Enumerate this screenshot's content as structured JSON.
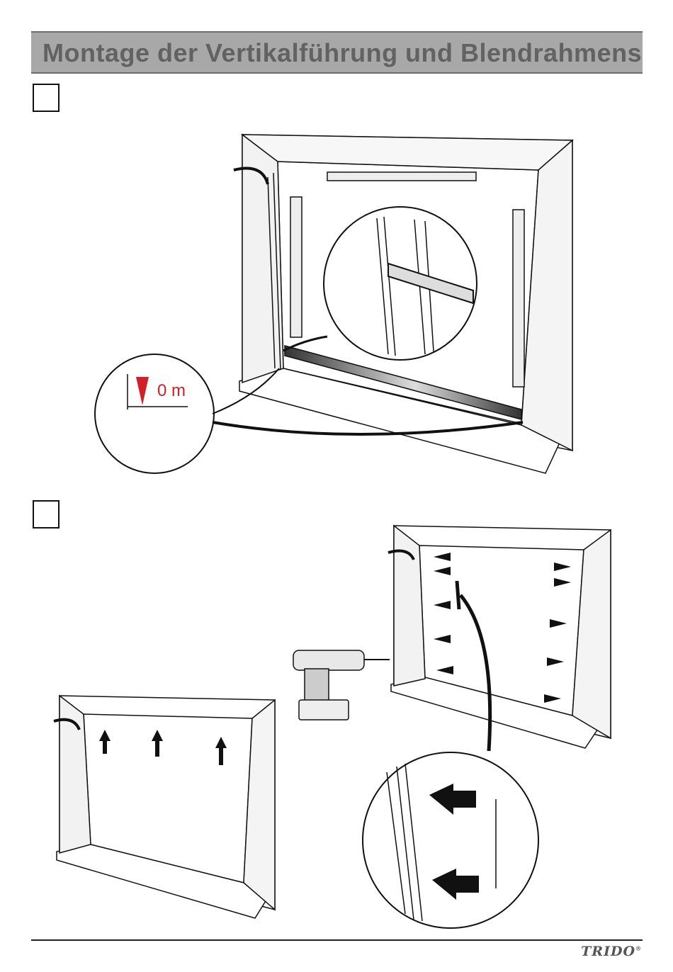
{
  "header": {
    "title": "Montage der Vertikalführung und Blendrahmens"
  },
  "steps": [
    {
      "label": ""
    },
    {
      "label": ""
    }
  ],
  "detail_level": {
    "text": "0 m",
    "color": "#d12027"
  },
  "footer": {
    "brand": "TRIDO"
  },
  "colors": {
    "title_bg": "#a8a8a8",
    "title_text": "#626262",
    "accent_red": "#d12027"
  },
  "icons": [
    "drill-icon",
    "arrow-icon",
    "level-marker-icon"
  ]
}
